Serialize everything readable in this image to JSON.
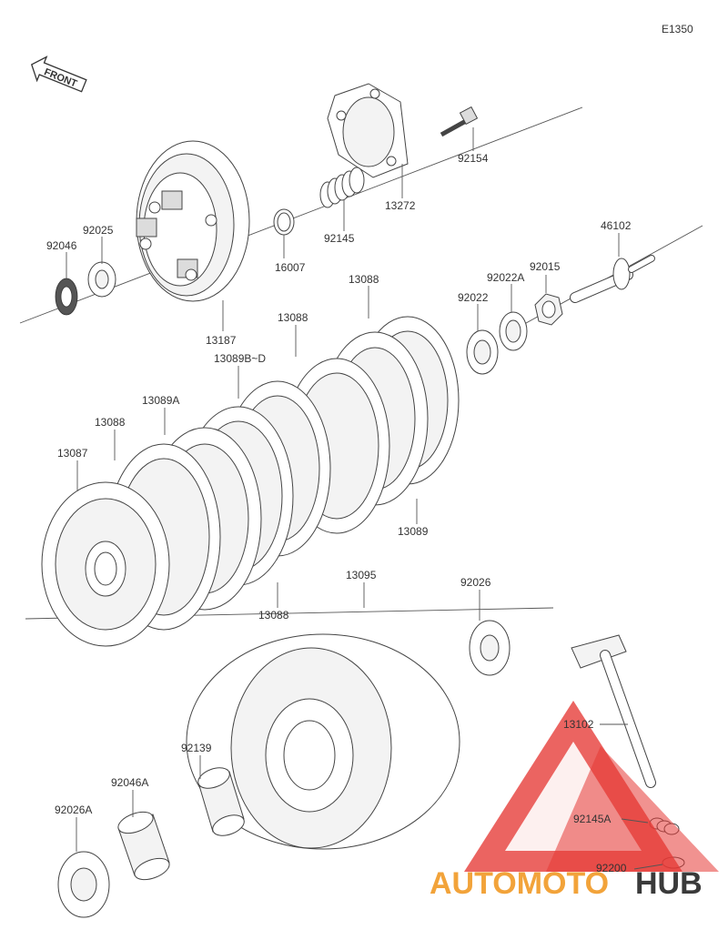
{
  "diagram_code": "E1350",
  "front_label": "FRONT",
  "watermark": {
    "part1": "AUTOMOTO",
    "part2": "HUB",
    "color_accent": "#f2a33a",
    "color_logo": "#e53935",
    "color_dark": "#3a3a3a"
  },
  "parts": {
    "p92154": "92154",
    "p13272": "13272",
    "p92145": "92145",
    "p16007": "16007",
    "p92025": "92025",
    "p92046": "92046",
    "p13187": "13187",
    "p46102": "46102",
    "p92015": "92015",
    "p92022A": "92022A",
    "p92022": "92022",
    "p13088_top": "13088",
    "p13088_b": "13088",
    "p13089BD": "13089B~D",
    "p13089A": "13089A",
    "p13088_c": "13088",
    "p13087": "13087",
    "p13089": "13089",
    "p13088_d": "13088",
    "p13095": "13095",
    "p92026": "92026",
    "p13102": "13102",
    "p92139": "92139",
    "p92046A": "92046A",
    "p92026A": "92026A",
    "p92145A": "92145A",
    "p92200": "92200"
  }
}
